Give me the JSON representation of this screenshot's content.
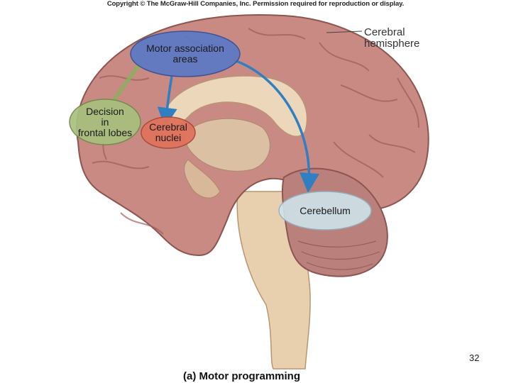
{
  "copyright": "Copyright © The McGraw-Hill Companies, Inc. Permission required for reproduction or display.",
  "labels": {
    "hemisphere_line1": "Cerebral",
    "hemisphere_line2": "hemisphere",
    "motor_line1": "Motor association",
    "motor_line2": "areas",
    "decision_line1": "Decision",
    "decision_line2": "in",
    "decision_line3": "frontal lobes",
    "nuclei_line1": "Cerebral",
    "nuclei_line2": "nuclei",
    "cerebellum": "Cerebellum"
  },
  "caption": "(a) Motor programming",
  "page_number": "32",
  "colors": {
    "brain": "#c98a84",
    "brain_dark": "#a86a66",
    "motor_oval": "#5b78c6",
    "decision_oval": "#a8c07e",
    "nuclei_oval": "#e0735c",
    "cerebellum_oval": "#cfe3ea",
    "arrow": "#2f7fc2"
  }
}
